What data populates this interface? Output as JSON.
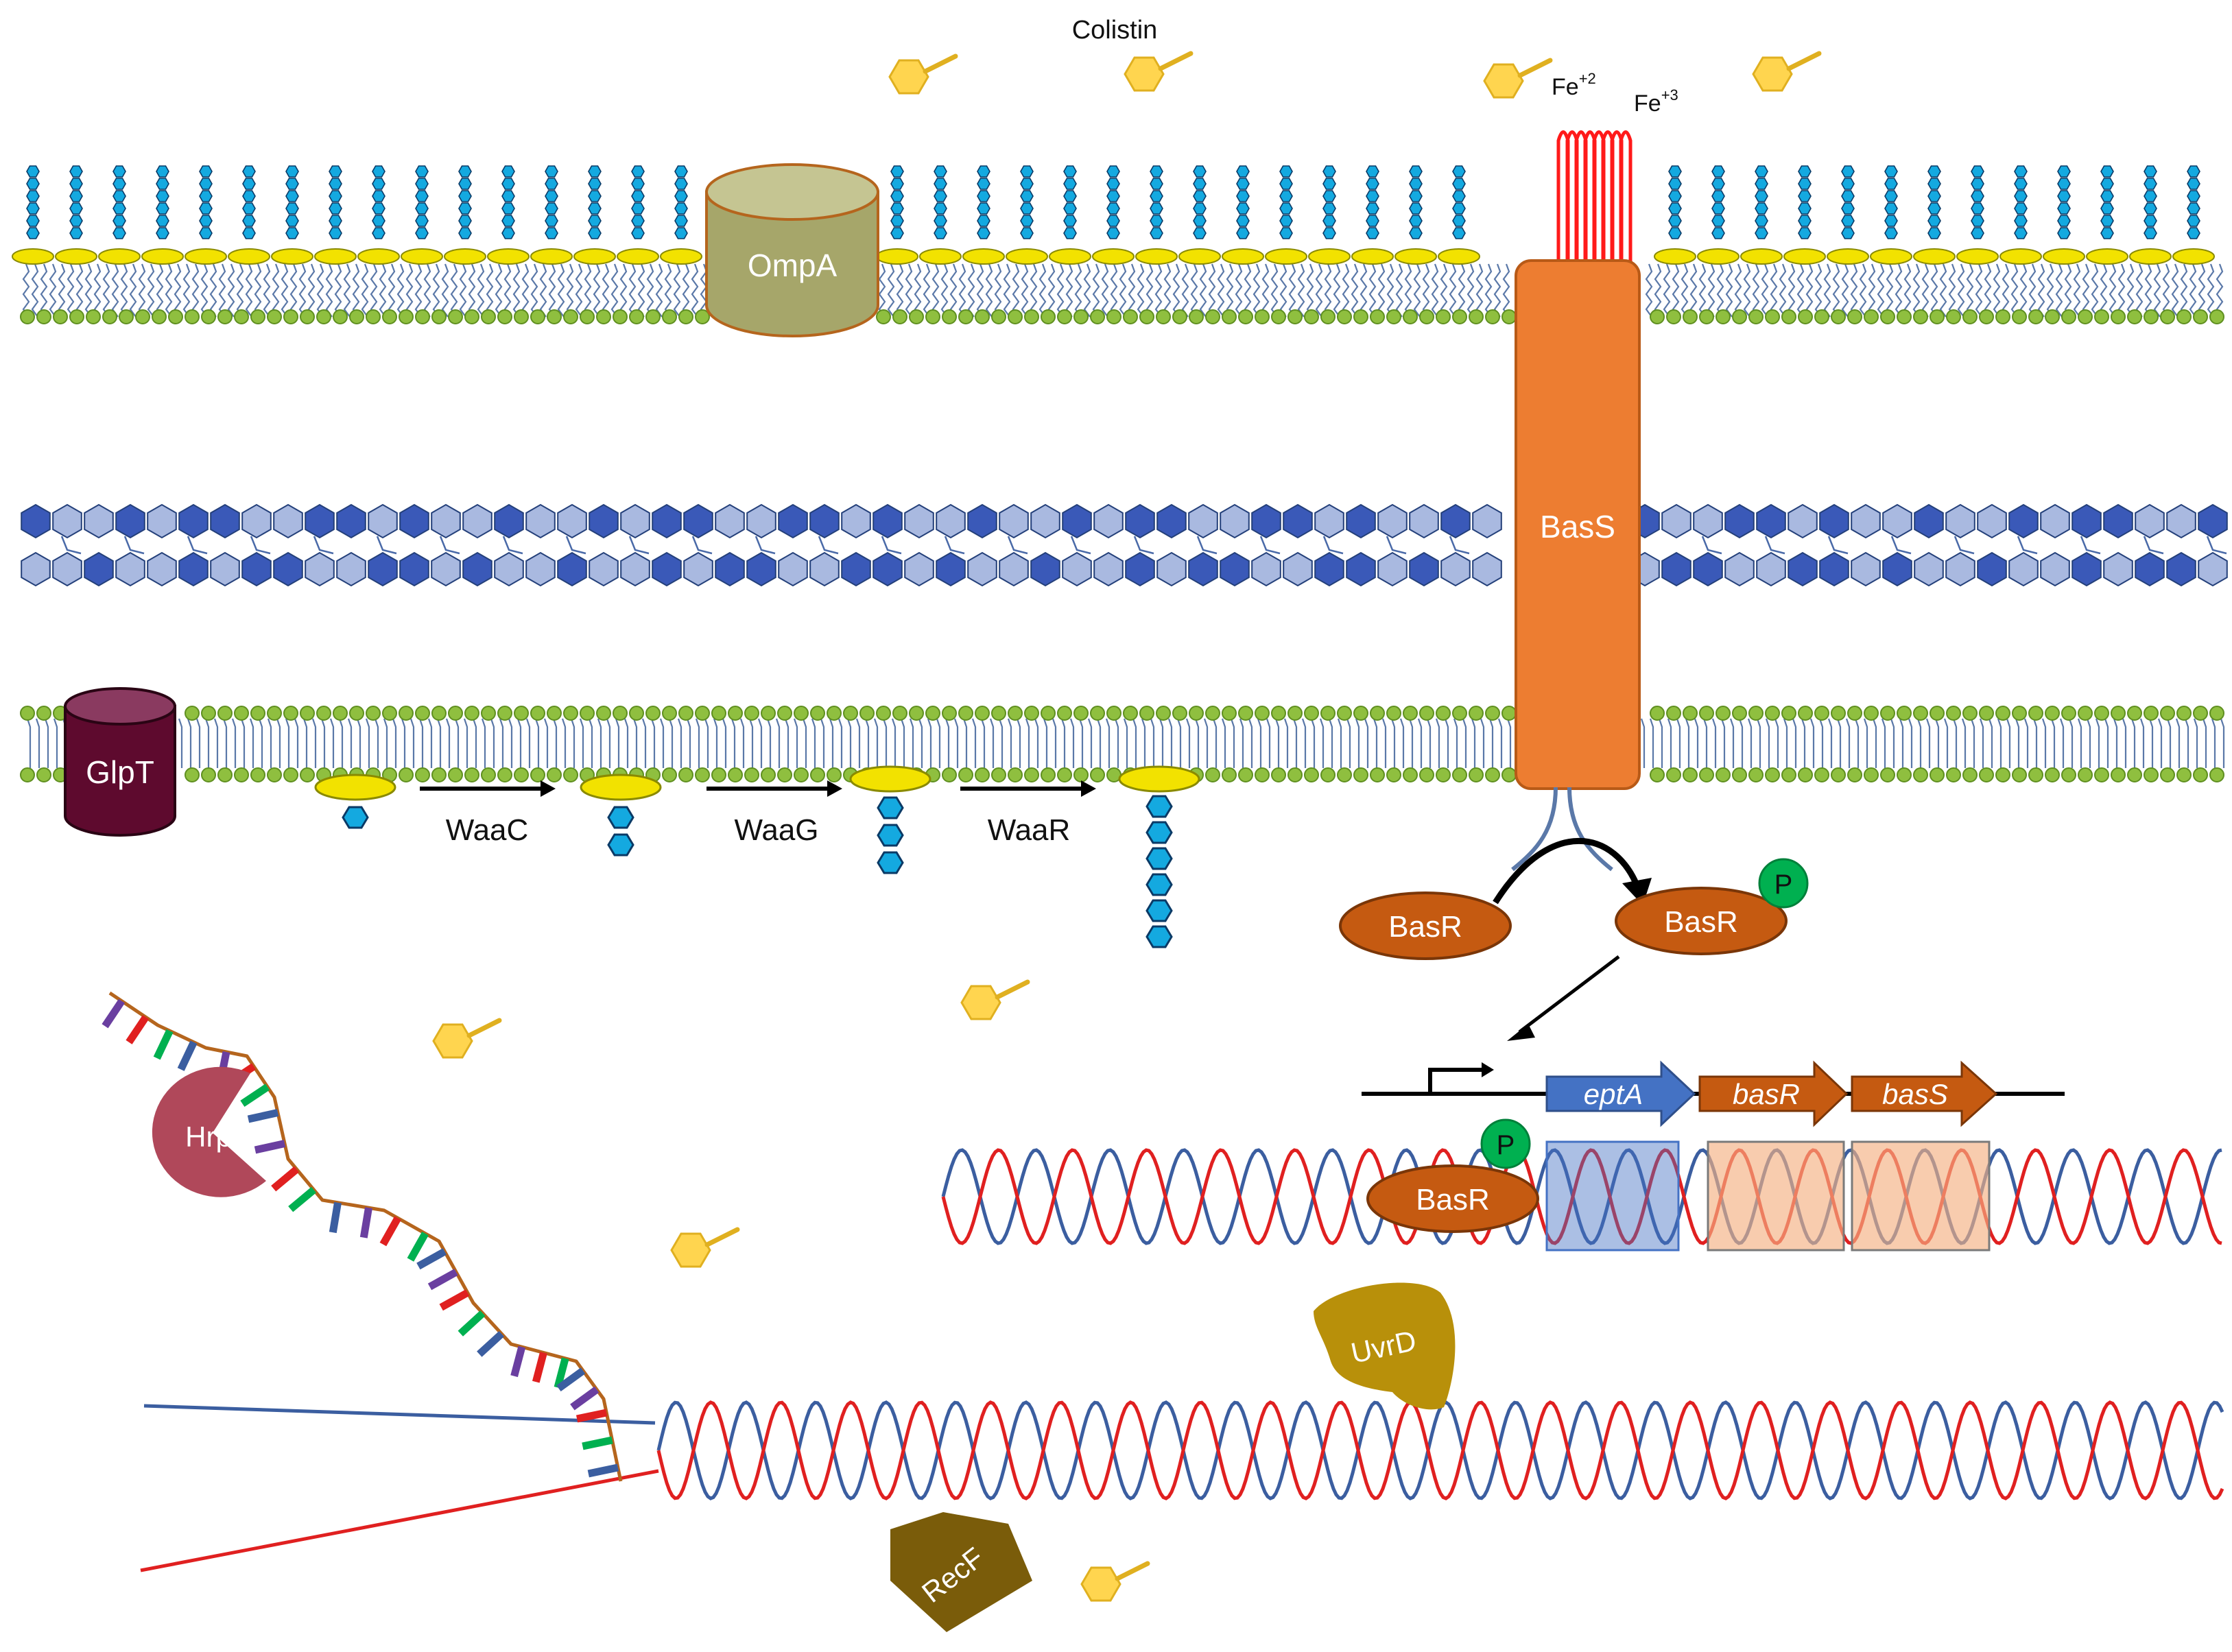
{
  "colors": {
    "background": "#ffffff",
    "lipid_head": "#8fbf3f",
    "lipid_tail": "#5a78a8",
    "lps_yellow": "#f2e200",
    "sugar_cyan": "#14a9e0",
    "pg_dark": "#3a59b8",
    "pg_light": "#a9b9e0",
    "ompa": "#a6a66a",
    "glpt": "#5e0a2e",
    "bass": "#ed7d31",
    "basr": "#c55a11",
    "phospho": "#00b050",
    "eptA": "#4472c4",
    "dna_red": "#e02020",
    "dna_blue": "#3b5ea0",
    "hrpa": "#b0485a",
    "uvrd": "#b8900a",
    "recf": "#7a5c0a",
    "colistin": "#ffd54f",
    "fe_channel": "#ff1a1a"
  },
  "labels": {
    "colistin": "Colistin",
    "fe2": "Fe",
    "fe2_sup": "+2",
    "fe3": "Fe",
    "fe3_sup": "+3",
    "ompa": "OmpA",
    "glpt": "GlpT",
    "bass": "BasS",
    "basr1": "BasR",
    "basr2": "BasR",
    "basr3": "BasR",
    "phospho1": "P",
    "phospho2": "P",
    "waac": "WaaC",
    "waag": "WaaG",
    "waar": "WaaR",
    "eptA": "eptA",
    "basR_gene": "basR",
    "basS_gene": "basS",
    "hrpa": "HrpA",
    "uvrd": "UvrD",
    "recf": "RecF"
  }
}
